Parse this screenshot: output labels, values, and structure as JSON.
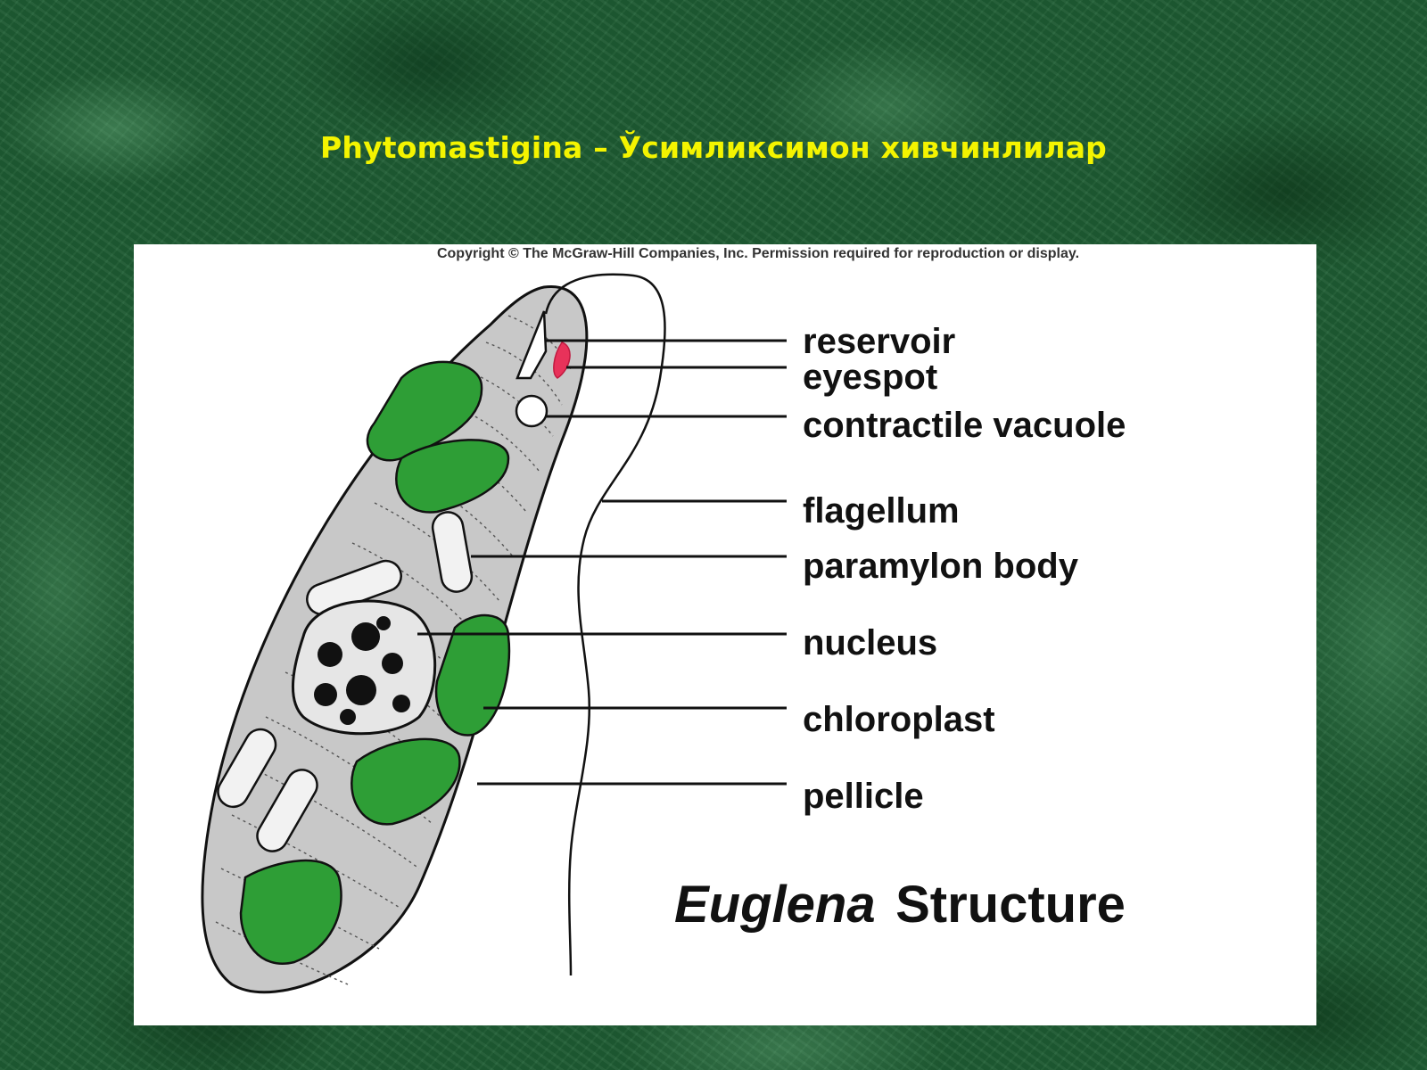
{
  "slide": {
    "title": "Phytomastigina – Ўсимликсимон хивчинлилар"
  },
  "figure": {
    "copyright": "Copyright © The McGraw-Hill Companies, Inc. Permission required for reproduction or display.",
    "caption_italic": "Euglena",
    "caption_rest": "Structure",
    "labels": [
      "reservoir",
      "eyespot",
      "contractile vacuole",
      "flagellum",
      "paramylon body",
      "nucleus",
      "chloroplast",
      "pellicle"
    ],
    "colors": {
      "cell_body": "#c8c8c8",
      "chloroplast": "#2e9e36",
      "eyespot": "#e8325a",
      "title_text": "#f4f400"
    }
  }
}
